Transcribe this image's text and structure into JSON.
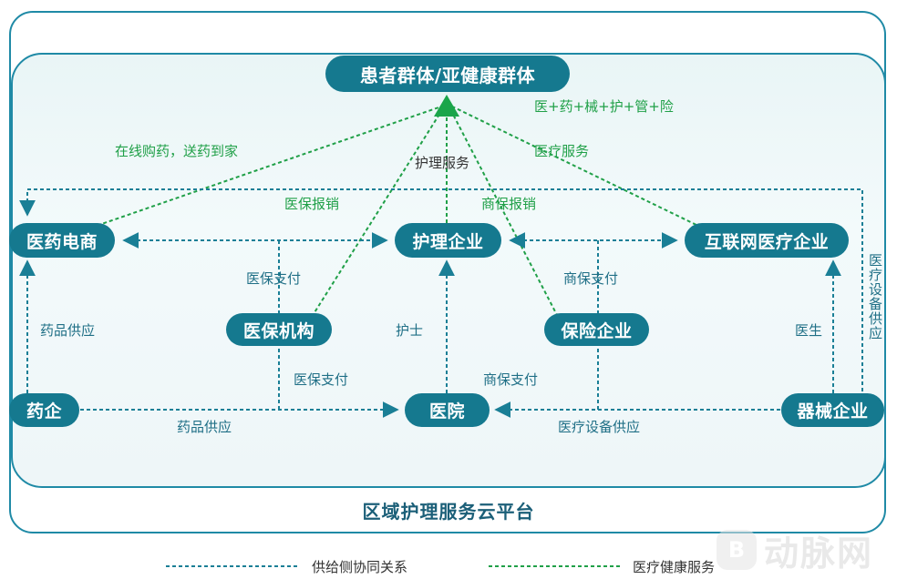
{
  "nodes": {
    "patients": "患者群体/亚健康群体",
    "ecommerce": "医药电商",
    "nursing": "护理企业",
    "internet": "互联网医疗企业",
    "insurance_org": "医保机构",
    "insurer": "保险企业",
    "pharma": "药企",
    "hospital": "医院",
    "device": "器械企业"
  },
  "labels": {
    "med_combo": "医+药+械+护+管+险",
    "online_purchase": "在线购药，送药到家",
    "nursing_service": "护理服务",
    "medical_service": "医疗服务",
    "insurance_reimb": "医保报销",
    "commercial_reimb": "商保报销",
    "insurance_pay_top": "医保支付",
    "commercial_pay_top": "商保支付",
    "drug_supply_left": "药品供应",
    "nurse": "护士",
    "doctor": "医生",
    "insurance_pay_bottom": "医保支付",
    "commercial_pay_bottom": "商保支付",
    "drug_supply_bottom": "药品供应",
    "device_supply_bottom": "医疗设备供应",
    "device_supply_right": "医疗设备供应"
  },
  "platform": "区域护理服务云平台",
  "legend": {
    "supply": "供给侧协同关系",
    "health": "医疗健康服务"
  },
  "colors": {
    "blue_node": "#15798f",
    "green_node": "#1aa54a",
    "supply_line": "#1a7f96",
    "health_line": "#20a048"
  },
  "watermark": {
    "logo": "B",
    "text": "动脉网"
  }
}
